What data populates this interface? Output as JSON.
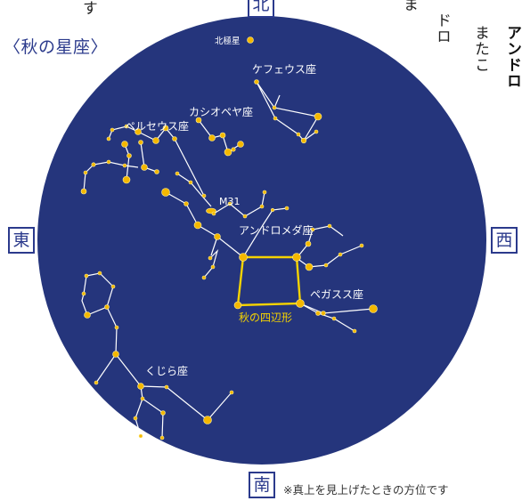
{
  "top_text": {
    "col_1": "す",
    "col_2": "ま",
    "col_3": "ドロ",
    "col_4": "またこ",
    "col_5": "アンドロ"
  },
  "page_title": "〈秋の星座〉",
  "directions": {
    "north": "北",
    "east": "東",
    "west": "西",
    "south": "南"
  },
  "labels": {
    "polaris": "北極星",
    "cepheus": "ケフェウス座",
    "cassiopeia": "カシオペヤ座",
    "perseus": "ペルセウス座",
    "m31": "M31",
    "andromeda": "アンドロメダ座",
    "pegasus": "ペガスス座",
    "great_square": "秋の四辺形",
    "cetus": "くじら座"
  },
  "note": "※真上を見上げたときの方位です",
  "colors": {
    "sky": "#25357c",
    "star": "#f5b800",
    "constellation_line": "#ffffff",
    "square_line": "#f5d300",
    "label": "#ffffff",
    "square_label": "#f5d300",
    "direction_text": "#2b3a8c"
  }
}
